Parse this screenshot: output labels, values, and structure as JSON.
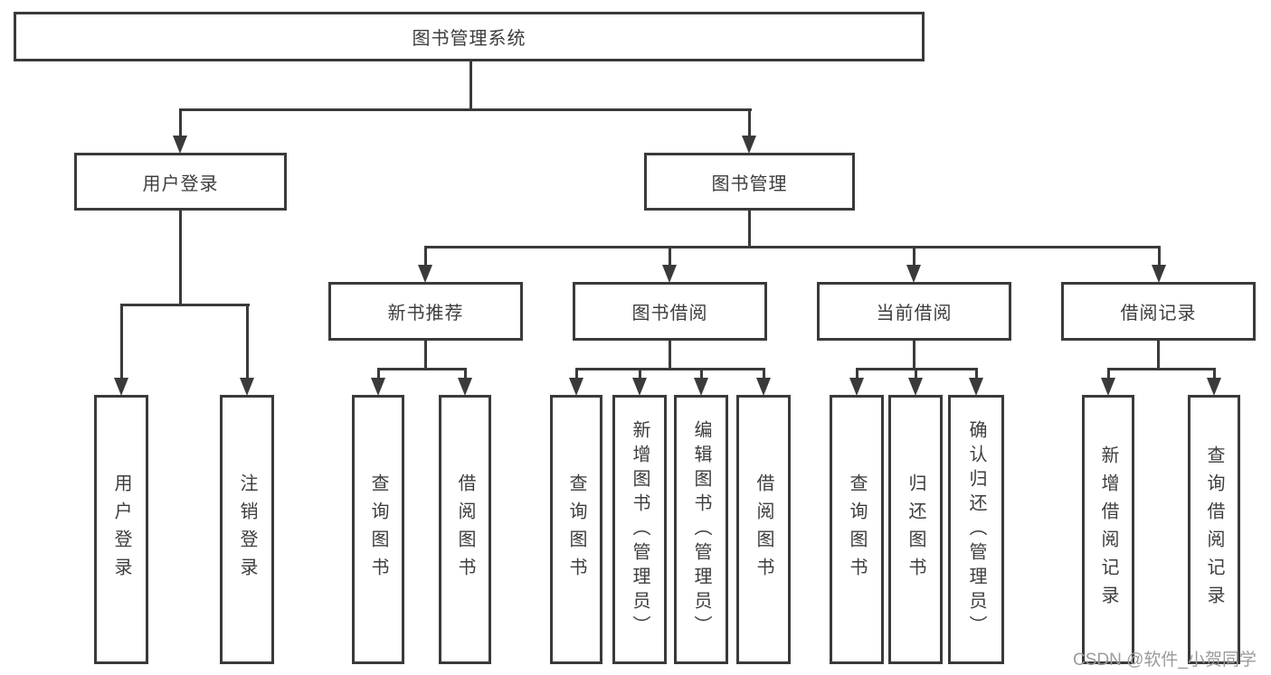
{
  "title": "图书管理系统",
  "branches": [
    {
      "label": "用户登录",
      "children": [
        "用户登录",
        "注销登录"
      ]
    },
    {
      "label": "图书管理",
      "children": [
        {
          "label": "新书推荐",
          "children": [
            "查询图书",
            "借阅图书"
          ]
        },
        {
          "label": "图书借阅",
          "children": [
            "查询图书",
            "新增图书（管理员）",
            "编辑图书（管理员）",
            "借阅图书"
          ]
        },
        {
          "label": "当前借阅",
          "children": [
            "查询图书",
            "归还图书",
            "确认归还（管理员）"
          ]
        },
        {
          "label": "借阅记录",
          "children": [
            "新增借阅记录",
            "查询借阅记录"
          ]
        }
      ]
    }
  ],
  "watermark": "CSDN @软件_小贺同学",
  "colors": {
    "line": "#3a3a3a",
    "text": "#3d3d3d",
    "watermark": "#9b9b9b"
  }
}
